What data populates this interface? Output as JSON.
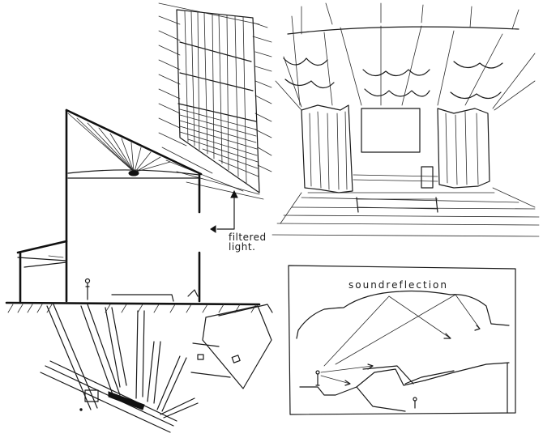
{
  "sketch": {
    "description": "Hand-drawn architectural sketches: building section with skylight, textured window screen, auditorium interior perspective with draped curtains, acoustic section, and exploded site fragments",
    "stroke_color": "#1a1a1a",
    "background": "#ffffff"
  },
  "labels": {
    "filtered_light": [
      "filtered",
      "light."
    ],
    "sound_reflection": "soundreflection"
  },
  "panels": [
    {
      "id": "building-section",
      "caption": ""
    },
    {
      "id": "window-screen",
      "caption": ""
    },
    {
      "id": "auditorium-interior",
      "caption": ""
    },
    {
      "id": "acoustic-section",
      "caption": "soundreflection"
    },
    {
      "id": "exploded-site",
      "caption": ""
    }
  ]
}
